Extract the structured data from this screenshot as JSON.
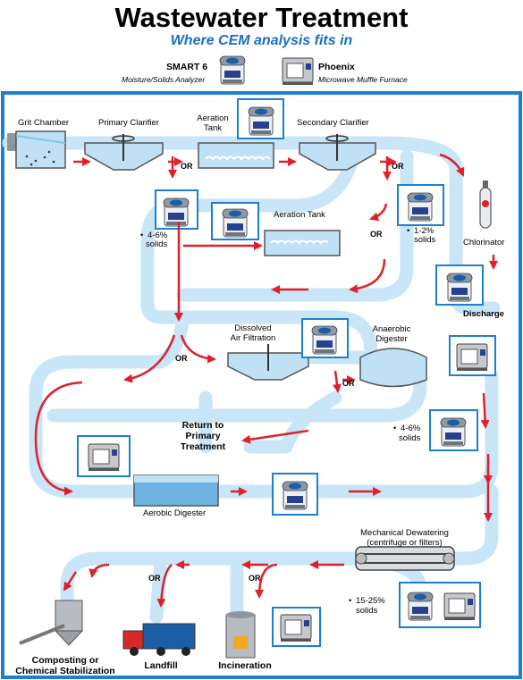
{
  "title": "Wastewater Treatment",
  "subtitle": "Where CEM analysis fits in",
  "legend": {
    "smart6_name": "SMART 6",
    "smart6_desc": "Moisture/Solids Analyzer",
    "phoenix_name": "Phoenix",
    "phoenix_desc": "Microwave Muffle Furnace"
  },
  "stages": {
    "grit_chamber": "Grit Chamber",
    "primary_clarifier": "Primary Clarifier",
    "aeration_tank_top_1": "Aeration",
    "aeration_tank_top_2": "Tank",
    "secondary_clarifier": "Secondary Clarifier",
    "aeration_tank_mid": "Aeration Tank",
    "chlorinator": "Chlorinator",
    "discharge": "Discharge",
    "daf_1": "Dissolved",
    "daf_2": "Air Filtration",
    "anaerobic_1": "Anaerobic",
    "anaerobic_2": "Digester",
    "return_1": "Return to",
    "return_2": "Primary",
    "return_3": "Treatment",
    "aerobic_digester": "Aerobic Digester",
    "mech_1": "Mechanical Dewatering",
    "mech_2": "(centrifuge or filters)",
    "composting_1": "Composting or",
    "composting_2": "Chemical Stabilization",
    "landfill": "Landfill",
    "incineration": "Incineration"
  },
  "solids": {
    "primary_1": "4-6%",
    "primary_2": "solids",
    "secondary_1": "1-2%",
    "secondary_2": "solids",
    "anaerobic_1": "4-6%",
    "anaerobic_2": "solids",
    "dewater_1": "15-25%",
    "dewater_2": "solids"
  },
  "or_label": "OR",
  "bullet": "•",
  "colors": {
    "pipe": "#c8e6f7",
    "frame": "#1d7fd0",
    "arrow": "#e0202a",
    "title_blue": "#1a6fc4",
    "water": "#7fc4ee",
    "tank_gray": "#8f969c"
  },
  "icons": [
    "smart6-analyzer-icon",
    "phoenix-furnace-icon",
    "truck-icon",
    "silo-icon",
    "incinerator-icon",
    "tank-icon",
    "clarifier-icon",
    "digester-icon",
    "chlorinator-cylinder-icon"
  ]
}
